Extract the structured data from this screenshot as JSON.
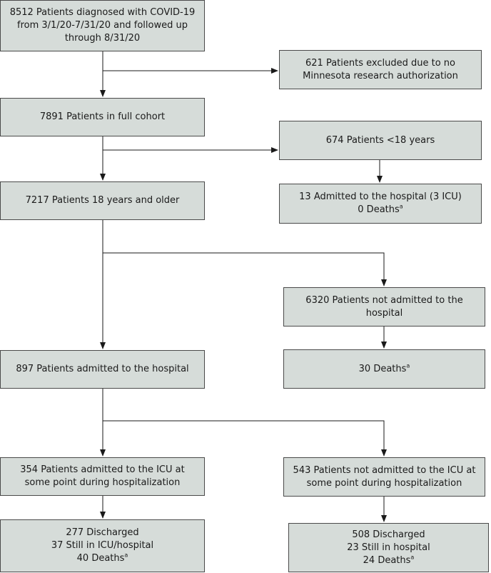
{
  "boxes": {
    "diagnosed": {
      "lines": [
        "8512 Patients diagnosed with COVID-19",
        "from 3/1/20-7/31/20 and followed up",
        "through 8/31/20"
      ]
    },
    "excluded": {
      "lines": [
        "621 Patients excluded due to no",
        "Minnesota research authorization"
      ]
    },
    "full_cohort": {
      "lines": [
        "7891 Patients in full cohort"
      ]
    },
    "under18": {
      "lines": [
        "674 Patients <18 years"
      ]
    },
    "under18_outcome": {
      "line1": "13 Admitted to the hospital (3 ICU)",
      "line2": "0 Deaths",
      "sup": "a"
    },
    "adults": {
      "lines": [
        "7217 Patients 18 years and older"
      ]
    },
    "not_admitted": {
      "lines": [
        "6320 Patients not admitted to the",
        "hospital"
      ]
    },
    "not_admitted_outcome": {
      "line1": "30 Deaths",
      "sup": "a"
    },
    "admitted": {
      "lines": [
        "897 Patients admitted to the hospital"
      ]
    },
    "icu": {
      "lines": [
        "354 Patients admitted to the ICU at",
        "some point during hospitalization"
      ]
    },
    "non_icu": {
      "lines": [
        "543 Patients not admitted to the ICU at",
        "some point during hospitalization"
      ]
    },
    "icu_outcome": {
      "line1": "277 Discharged",
      "line2": "37 Still in ICU/hospital",
      "line3": "40 Deaths",
      "sup": "a"
    },
    "non_icu_outcome": {
      "line1": "508 Discharged",
      "line2": "23 Still in hospital",
      "line3": "24 Deaths",
      "sup": "a"
    }
  }
}
